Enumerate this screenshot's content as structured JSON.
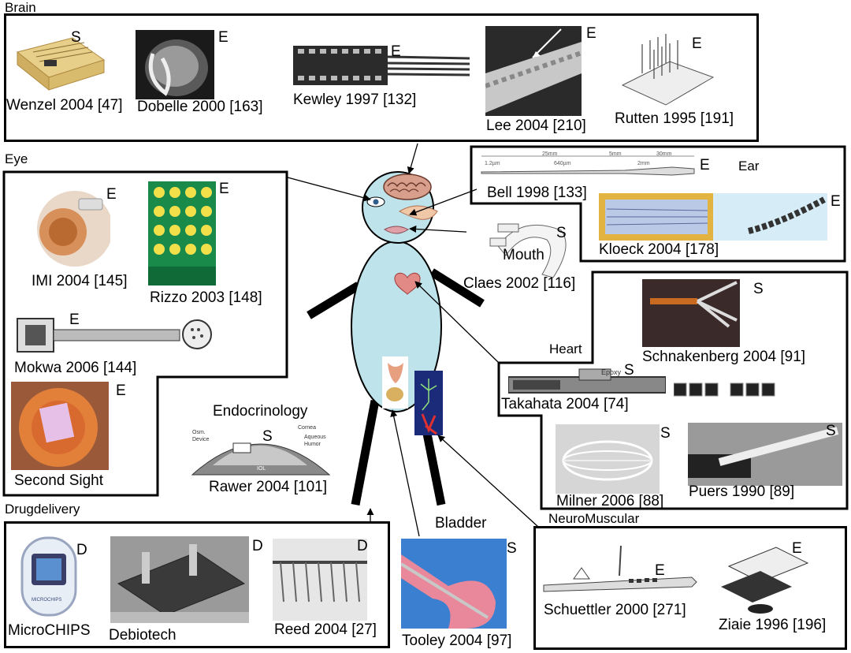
{
  "sections": {
    "brain": "Brain",
    "eye": "Eye",
    "ear": "Ear",
    "mouth": "Mouth",
    "heart": "Heart",
    "endocrinology": "Endocrinology",
    "drugdelivery": "Drugdelivery",
    "bladder": "Bladder",
    "neuromuscular": "NeuroMuscular"
  },
  "devices": {
    "wenzel": {
      "caption": "Wenzel 2004 [47]",
      "tag": "S"
    },
    "dobelle": {
      "caption": "Dobelle 2000 [163]",
      "tag": "E"
    },
    "kewley": {
      "caption": "Kewley 1997 [132]",
      "tag": "E"
    },
    "lee": {
      "caption": "Lee 2004 [210]",
      "tag": "E"
    },
    "rutten": {
      "caption": "Rutten 1995 [191]",
      "tag": "E"
    },
    "imi": {
      "caption": "IMI 2004 [145]",
      "tag": "E"
    },
    "rizzo": {
      "caption": "Rizzo 2003 [148]",
      "tag": "E"
    },
    "mokwa": {
      "caption": "Mokwa 2006 [144]",
      "tag": "E"
    },
    "secondsight": {
      "caption": "Second Sight",
      "tag": "E"
    },
    "bell": {
      "caption": "Bell 1998 [133]",
      "tag": "E"
    },
    "kloeck": {
      "caption": "Kloeck 2004 [178]",
      "tag": "E"
    },
    "claes": {
      "caption": "Claes 2002 [116]",
      "tag": "S"
    },
    "schnakenberg": {
      "caption": "Schnakenberg 2004 [91]",
      "tag": "S"
    },
    "takahata": {
      "caption": "Takahata 2004 [74]",
      "tag": "S"
    },
    "milner": {
      "caption": "Milner 2006 [88]",
      "tag": "S"
    },
    "puers": {
      "caption": "Puers 1990 [89]",
      "tag": "S"
    },
    "rawer": {
      "caption": "Rawer 2004 [101]",
      "tag": "S"
    },
    "microchips": {
      "caption": "MicroCHIPS",
      "tag": "D"
    },
    "debiotech": {
      "caption": "Debiotech",
      "tag": "D"
    },
    "reed": {
      "caption": "Reed 2004 [27]",
      "tag": "D"
    },
    "tooley": {
      "caption": "Tooley 2004 [97]",
      "tag": "S"
    },
    "schuettler": {
      "caption": "Schuettler 2000 [271]",
      "tag": "E"
    },
    "ziaie": {
      "caption": "Ziaie 1996 [196]",
      "tag": "E"
    }
  },
  "small_text": {
    "bell_dims": [
      "25mm",
      "5mm",
      "30mm",
      "640µm",
      "2mm",
      "1.2µm"
    ],
    "endo_labels": [
      "Osm.",
      "Device",
      "Cornea",
      "Aqueous",
      "Humor",
      "IOL"
    ],
    "takahata_label": "Epoxy",
    "microchips_brand": "MICROCHIPS"
  },
  "colors": {
    "body_fill": "#bfe3ea",
    "outline": "#000000",
    "rizzo_green": "#1a8a4a",
    "rizzo_dot": "#f2e04a",
    "kloeck_gold": "#e2b340",
    "tooley_blue": "#3b7fd0",
    "tooley_pink": "#e8889a"
  }
}
